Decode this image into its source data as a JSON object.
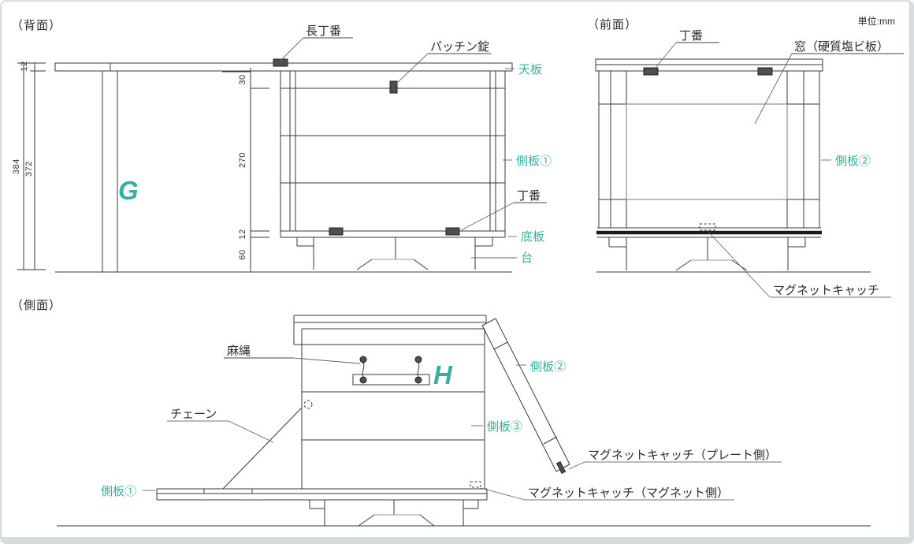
{
  "meta": {
    "unit_note": "単位:mm"
  },
  "colors": {
    "teal": "#3aada3",
    "line": "#3a3a3a",
    "hatch": "#b9b9b9",
    "marker_fill": "#4f4f4f"
  },
  "back": {
    "title": "（背面）",
    "panel_letter": "G",
    "labels": {
      "long_hinge": "長丁番",
      "latch": "パッチン錠",
      "top_plate": "天板",
      "side_plate_1": "側板①",
      "hinge": "丁番",
      "bottom_plate": "底板",
      "stand": "台"
    },
    "dims": {
      "top_thickness": "12",
      "total_height": "384",
      "door_height": "372",
      "top_rail": "30",
      "body": "270",
      "bottom_thickness": "12",
      "stand_height": "60"
    }
  },
  "front": {
    "title": "（前面）",
    "labels": {
      "hinge": "丁番",
      "window": "窓（硬質塩ビ板）",
      "side_plate_2": "側板②",
      "magnet_catch": "マグネットキャッチ"
    }
  },
  "side": {
    "title": "（側面）",
    "panel_letter": "H",
    "labels": {
      "rope": "麻縄",
      "chain": "チェーン",
      "side_plate_1": "側板①",
      "side_plate_2": "側板②",
      "side_plate_3": "側板③",
      "magnet_catch_plate": "マグネットキャッチ（プレート側）",
      "magnet_catch_magnet": "マグネットキャッチ（マグネット側）"
    }
  }
}
